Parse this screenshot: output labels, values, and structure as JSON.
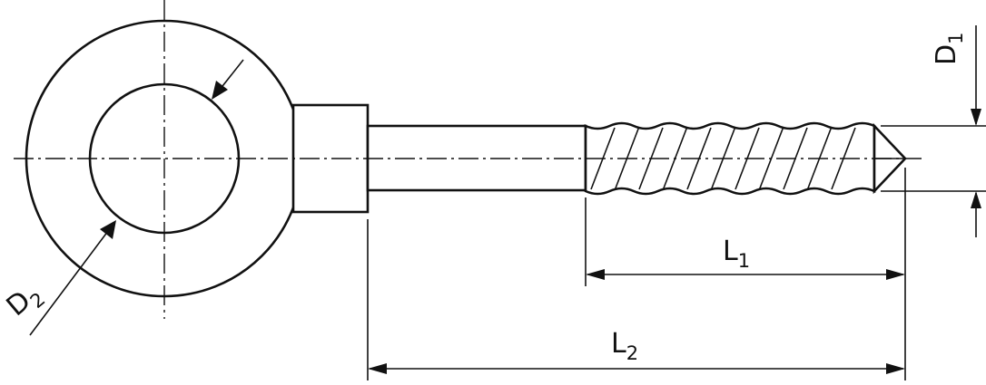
{
  "labels": {
    "d1": {
      "main": "D",
      "sub": "1"
    },
    "d2": {
      "main": "D",
      "sub": "2"
    },
    "l1": {
      "main": "L",
      "sub": "1"
    },
    "l2": {
      "main": "L",
      "sub": "2"
    }
  },
  "colors": {
    "line": "#111111",
    "background": "#ffffff"
  }
}
